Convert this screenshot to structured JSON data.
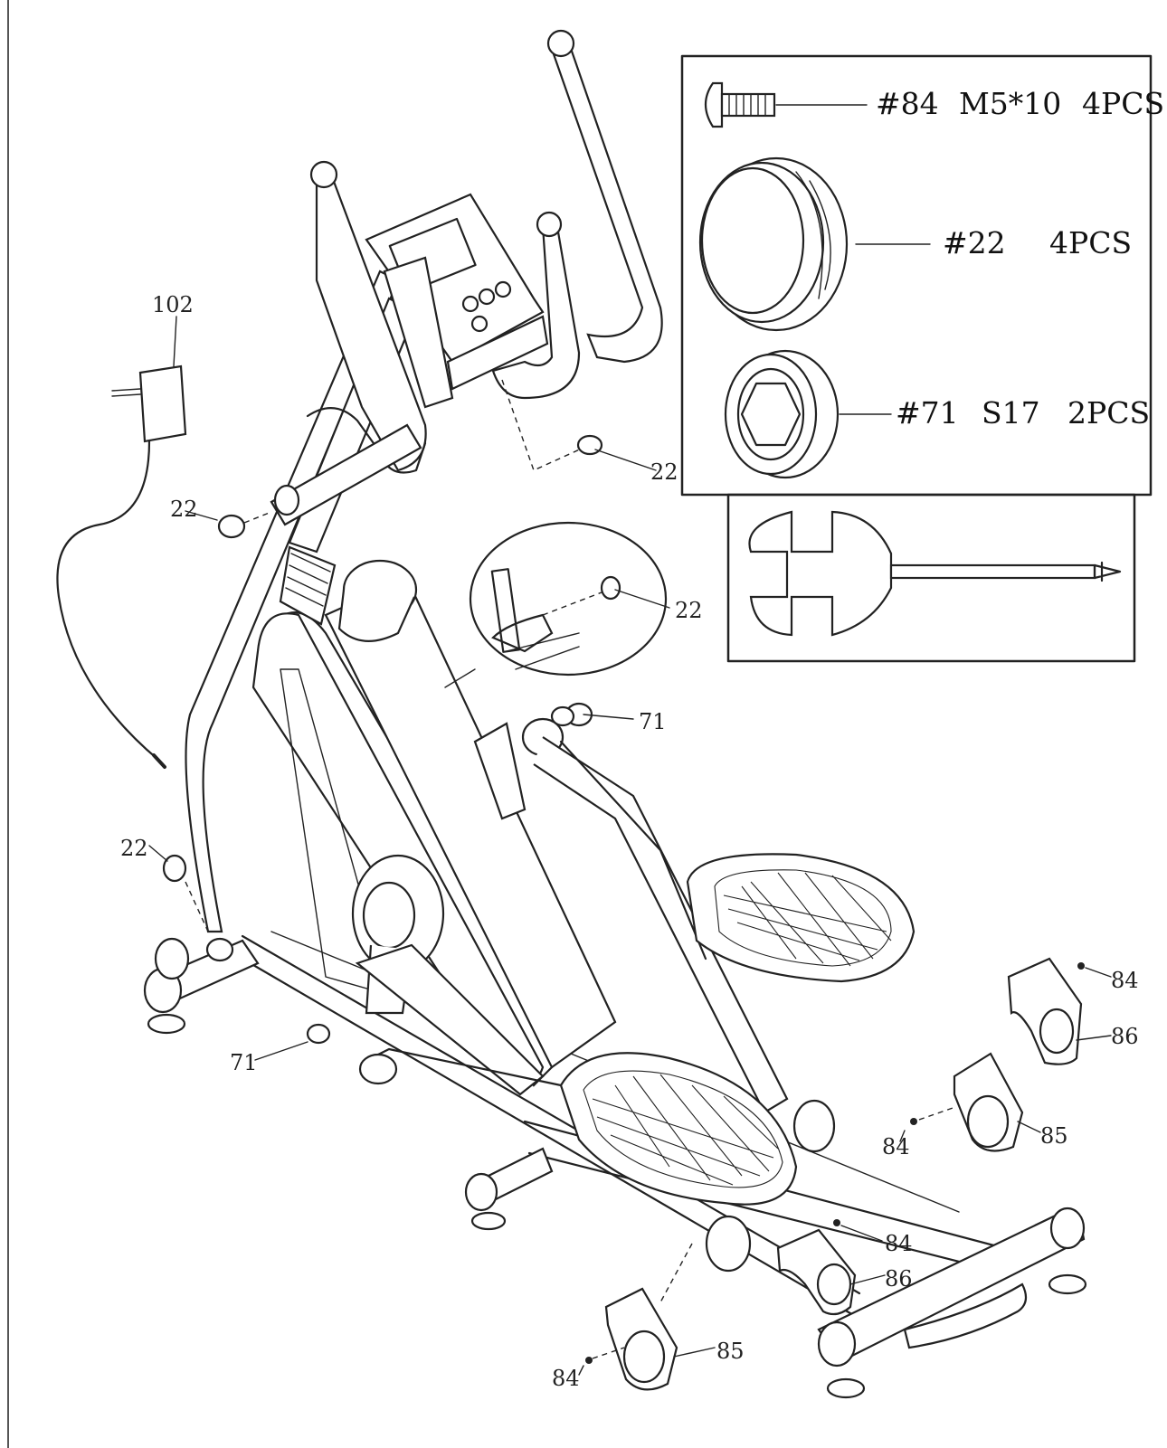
{
  "callouts": {
    "adapter": "102",
    "nut_top_right": "22",
    "nut_left_upper": "22",
    "nut_zoom": "22",
    "nut_left_lower": "22",
    "cap_upper": "71",
    "cap_lower": "71",
    "screw_a": "84",
    "cover_a": "86",
    "screw_b": "84",
    "cover_b": "85",
    "screw_c": "84",
    "cover_c": "86",
    "screw_d": "84",
    "cover_d": "85"
  },
  "hardware_box": {
    "rows": [
      {
        "part": "#84",
        "size": "M5*10",
        "qty": "4PCS"
      },
      {
        "part": "#22",
        "size": "",
        "qty": "4PCS"
      },
      {
        "part": "#71",
        "size": "S17",
        "qty": "2PCS"
      }
    ]
  }
}
